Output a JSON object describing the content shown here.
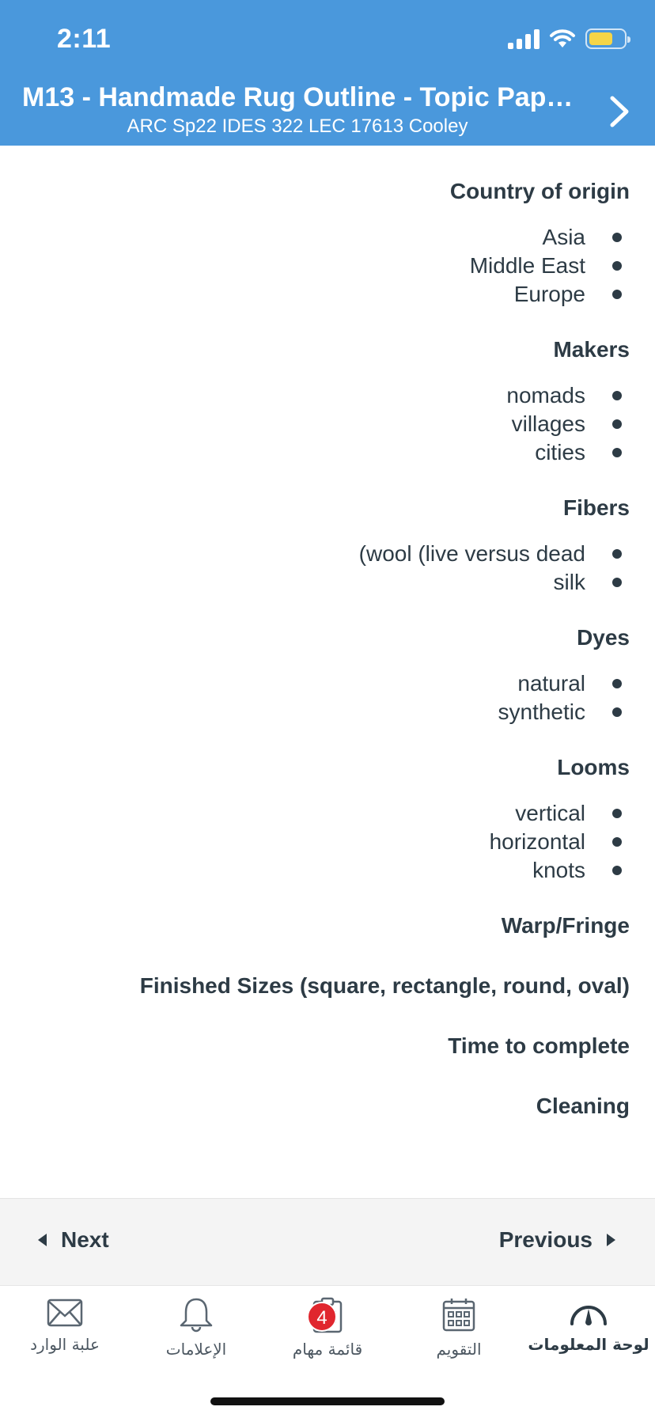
{
  "status_bar": {
    "time": "2:11"
  },
  "header": {
    "title": "M13 - Handmade Rug Outline - Topic Pape...",
    "subtitle": "ARC Sp22 IDES 322 LEC 17613 Cooley"
  },
  "content": {
    "sections": [
      {
        "heading": "Country of origin",
        "items": [
          "Asia",
          "Middle East",
          "Europe"
        ]
      },
      {
        "heading": "Makers",
        "items": [
          "nomads",
          "villages",
          "cities"
        ]
      },
      {
        "heading": "Fibers",
        "items": [
          "(wool (live versus dead",
          "silk"
        ]
      },
      {
        "heading": "Dyes",
        "items": [
          "natural",
          "synthetic"
        ]
      },
      {
        "heading": "Looms",
        "items": [
          "vertical",
          "horizontal",
          "knots"
        ]
      },
      {
        "heading": "Warp/Fringe"
      },
      {
        "heading": "(Finished Sizes (square, rectangle, round, oval"
      },
      {
        "heading": "Time to complete"
      },
      {
        "heading": "Cleaning"
      }
    ]
  },
  "pager": {
    "next_label": "Next",
    "previous_label": "Previous"
  },
  "tabbar": {
    "items": [
      {
        "label": "علبة الوارد",
        "icon": "inbox-icon"
      },
      {
        "label": "الإعلامات",
        "icon": "bell-icon"
      },
      {
        "label": "قائمة مهام",
        "icon": "todo-icon",
        "badge": "4"
      },
      {
        "label": "التقويم",
        "icon": "calendar-icon"
      },
      {
        "label": "لوحة المعلومات",
        "icon": "dashboard-icon"
      }
    ]
  },
  "colors": {
    "header_bg": "#4a98dc",
    "text": "#2d3b45",
    "badge": "#e0262e",
    "battery": "#f5d547"
  }
}
